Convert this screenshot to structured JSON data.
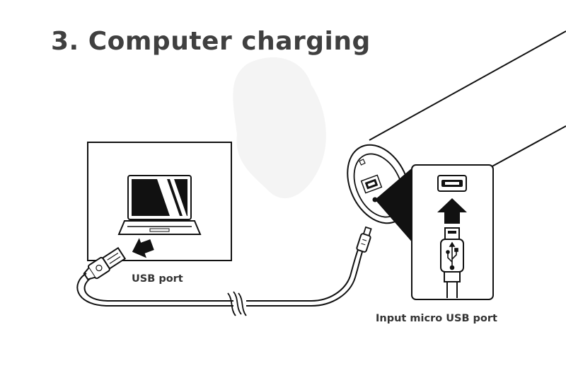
{
  "title": "3. Computer charging",
  "labels": {
    "usb_port": "USB port",
    "micro_usb_port": "Input micro USB port"
  },
  "icons": {
    "laptop": "laptop-icon",
    "usb_plug": "usb-a-plug-icon",
    "micro_plug": "micro-usb-plug-icon",
    "usb_symbol": "usb-symbol-icon",
    "power_bank": "power-bank-tube",
    "arrow": "arrow-up-icon"
  },
  "colors": {
    "title": "#404040",
    "label": "#333333",
    "line": "#111111",
    "fill_dark": "#111111",
    "background": "#ffffff"
  }
}
